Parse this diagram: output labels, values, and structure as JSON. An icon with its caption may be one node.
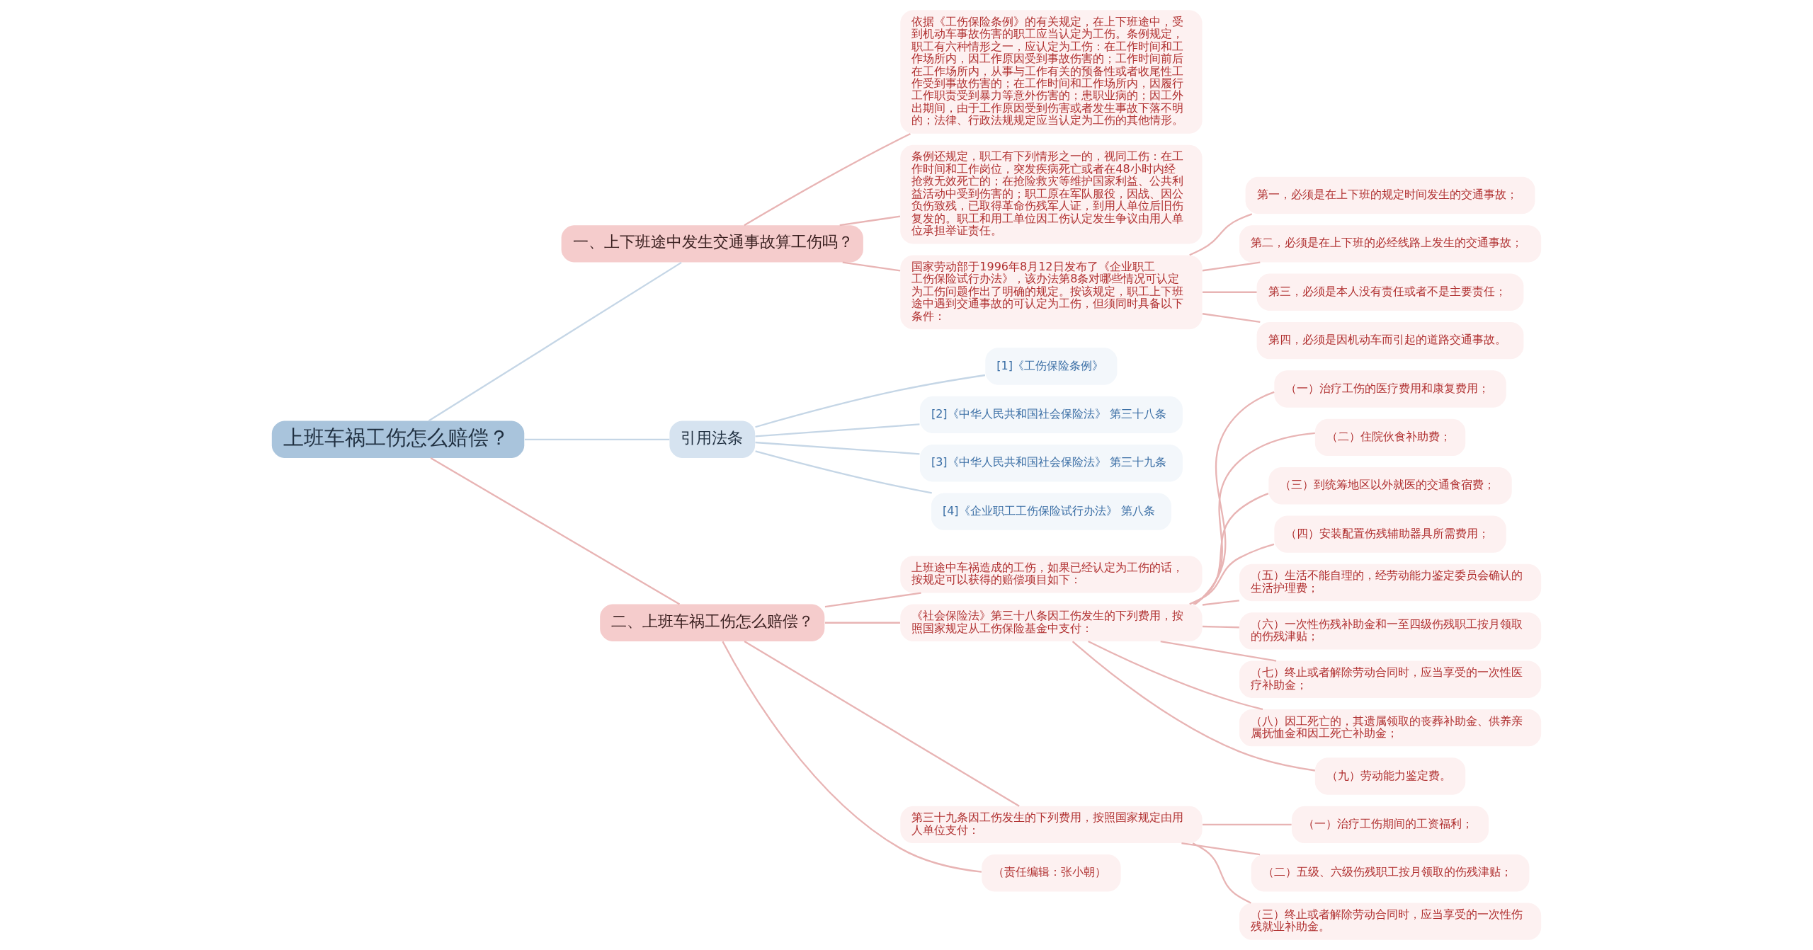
{
  "diagram": {
    "nodes": [
      {
        "text": [
          "上班车祸工伤怎么赔偿？"
        ]
      },
      {
        "text": [
          "一、上下班途中发生交通事故算工伤吗？"
        ]
      },
      {
        "text": [
          "依据《工伤保险条例》的有关规定，在上下班途中，受到机动车事故伤害的职工应当认定为工伤。条例规定，职工有六种情形之一，应认定为工伤：在工作时间和工作场所内，因工作原因受到事故伤害的；工作时间前后在工作场所内，从事与工作有关的预备性或者收尾性工作受到事故伤害的；在工作时间和工作场所内，因履行工作职责受到暴力等意外伤害的；患职业病的；因工外出期间，由于工作原因受到伤害或者发生事故下落不明的；法律、行政法规规定应当认定为工伤的其他情形。"
        ]
      },
      {
        "text": [
          "条例还规定，职工有下列情形之一的，视同工伤：在工作时间和工作岗位，突发疾病死亡或者在48小时内经抢救无效死亡的；在抢险救灾等维护国家利益、公共利益活动中受到伤害的；职工原在军队服役，因战、因公负伤致残，已取得革命伤残军人证，到用人单位后旧伤复发的。职工和用工单位因工伤认定发生争议由用人单位承担举证责任。"
        ]
      },
      {
        "text": [
          "国家劳动部于1996年8月12日发布了《企业职工工伤保险试行办法》，该办法第8条对哪些情况可认定为工伤问题作出了明确的规定。按该规定，职工上下班途中遇到交通事故的可认定为工伤，但须同时具备以下条件："
        ]
      },
      {
        "text": [
          "第一，必须是在上下班的规定时间发生的交通事故；"
        ]
      },
      {
        "text": [
          "第二，必须是在上下班的必经线路上发生的交通事故；"
        ]
      },
      {
        "text": [
          "第三，必须是本人没有责任或者不是主要责任；"
        ]
      },
      {
        "text": [
          "第四，必须是因机动车而引起的道路交通事故。"
        ]
      },
      {
        "text": [
          "引用法条"
        ]
      },
      {
        "text": [
          "[1]《工伤保险条例》"
        ]
      },
      {
        "text": [
          "[2]《中华人民共和国社会保险法》 第三十八条"
        ]
      },
      {
        "text": [
          "[3]《中华人民共和国社会保险法》 第三十九条"
        ]
      },
      {
        "text": [
          "[4]《企业职工工伤保险试行办法》 第八条"
        ]
      },
      {
        "text": [
          "二、上班车祸工伤怎么赔偿？"
        ]
      },
      {
        "text": [
          "上班途中车祸造成的工伤，如果已经认定为工伤的话，按规定可以获得的赔偿项目如下："
        ]
      },
      {
        "text": [
          "《社会保险法》第三十八条因工伤发生的下列费用，按照国家规定从工伤保险基金中支付："
        ]
      },
      {
        "text": [
          "（一）治疗工伤的医疗费用和康复费用；"
        ]
      },
      {
        "text": [
          "（二）住院伙食补助费；"
        ]
      },
      {
        "text": [
          "（三）到统筹地区以外就医的交通食宿费；"
        ]
      },
      {
        "text": [
          "（四）安装配置伤残辅助器具所需费用；"
        ]
      },
      {
        "text": [
          "（五）生活不能自理的，经劳动能力鉴定委员会确认的生活护理费；"
        ]
      },
      {
        "text": [
          "（六）一次性伤残补助金和一至四级伤残职工按月领取的伤残津贴；"
        ]
      },
      {
        "text": [
          "（七）终止或者解除劳动合同时，应当享受的一次性医疗补助金；"
        ]
      },
      {
        "text": [
          "（八）因工死亡的，其遗属领取的丧葬补助金、供养亲属抚恤金和因工死亡补助金；"
        ]
      },
      {
        "text": [
          "（九）劳动能力鉴定费。"
        ]
      },
      {
        "text": [
          "第三十九条因工伤发生的下列费用，按照国家规定由用人单位支付："
        ]
      },
      {
        "text": [
          "（一）治疗工伤期间的工资福利；"
        ]
      },
      {
        "text": [
          "（二）五级、六级伤残职工按月领取的伤残津贴；"
        ]
      },
      {
        "text": [
          "（三）终止或者解除劳动合同时，应当享受的一次性伤残就业补助金。"
        ]
      },
      {
        "text": [
          "（责任编辑：张小朝）"
        ]
      }
    ],
    "edges": [
      {
        "from": 0,
        "to": 1,
        "arrow": "none",
        "color": "#c5d6e6"
      },
      {
        "from": 1,
        "to": 2,
        "arrow": "none"
      },
      {
        "from": 1,
        "to": 3,
        "arrow": "none"
      },
      {
        "from": 1,
        "to": 4,
        "arrow": "none"
      },
      {
        "from": 4,
        "to": 5,
        "arrow": "none"
      },
      {
        "from": 4,
        "to": 6,
        "arrow": "none"
      },
      {
        "from": 4,
        "to": 7,
        "arrow": "none"
      },
      {
        "from": 4,
        "to": 8,
        "arrow": "none"
      },
      {
        "from": 0,
        "to": 9,
        "arrow": "none",
        "color": "#c5d6e6"
      },
      {
        "from": 9,
        "to": 10,
        "arrow": "none",
        "color": "#c5d6e6"
      },
      {
        "from": 9,
        "to": 11,
        "arrow": "none",
        "color": "#c5d6e6"
      },
      {
        "from": 9,
        "to": 12,
        "arrow": "none",
        "color": "#c5d6e6"
      },
      {
        "from": 9,
        "to": 13,
        "arrow": "none",
        "color": "#c5d6e6"
      },
      {
        "from": 0,
        "to": 14,
        "arrow": "none"
      },
      {
        "from": 14,
        "to": 15,
        "arrow": "none"
      },
      {
        "from": 14,
        "to": 16,
        "arrow": "none"
      },
      {
        "from": 16,
        "to": 17,
        "arrow": "none"
      },
      {
        "from": 16,
        "to": 18,
        "arrow": "none"
      },
      {
        "from": 16,
        "to": 19,
        "arrow": "none"
      },
      {
        "from": 16,
        "to": 20,
        "arrow": "none"
      },
      {
        "from": 16,
        "to": 21,
        "arrow": "none"
      },
      {
        "from": 16,
        "to": 22,
        "arrow": "none"
      },
      {
        "from": 16,
        "to": 23,
        "arrow": "none"
      },
      {
        "from": 16,
        "to": 24,
        "arrow": "none"
      },
      {
        "from": 16,
        "to": 25,
        "arrow": "none"
      },
      {
        "from": 14,
        "to": 26,
        "arrow": "none"
      },
      {
        "from": 26,
        "to": 27,
        "arrow": "none"
      },
      {
        "from": 26,
        "to": 28,
        "arrow": "none"
      },
      {
        "from": 26,
        "to": 29,
        "arrow": "none"
      },
      {
        "from": 14,
        "to": 30,
        "arrow": "none"
      }
    ]
  }
}
